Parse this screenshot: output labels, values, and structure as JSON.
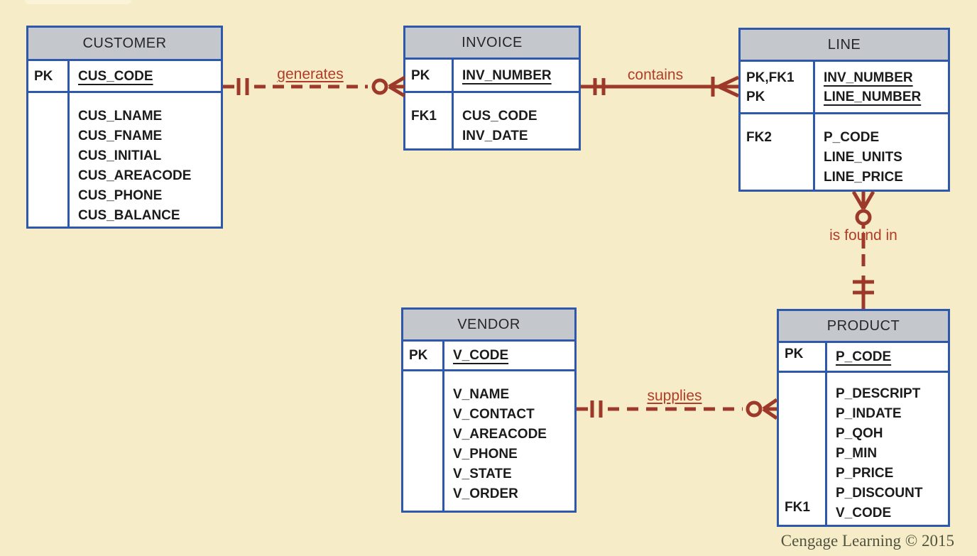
{
  "diagram_type": "crow's foot ERD",
  "colors": {
    "background": "#f6ecc7",
    "background_light": "#faf3d8",
    "table_border_blue": "#2e58ac",
    "header_fill_gray": "#c4c8cd",
    "attribute_text": "#1b1b1b",
    "relationship_line_red": "#9d392b",
    "relationship_label_red": "#b13c2a",
    "credit_text": "#50533f"
  },
  "entities": [
    {
      "name": "CUSTOMER",
      "pk_keys": [
        "PK"
      ],
      "pk_attrs": [
        "CUS_CODE"
      ],
      "body_keys": [],
      "body_attrs": [
        "CUS_LNAME",
        "CUS_FNAME",
        "CUS_INITIAL",
        "CUS_AREACODE",
        "CUS_PHONE",
        "CUS_BALANCE"
      ]
    },
    {
      "name": "INVOICE",
      "pk_keys": [
        "PK"
      ],
      "pk_attrs": [
        "INV_NUMBER"
      ],
      "body_keys": [
        "FK1"
      ],
      "body_attrs": [
        "CUS_CODE",
        "INV_DATE"
      ]
    },
    {
      "name": "LINE",
      "pk_keys": [
        "PK,FK1",
        "PK"
      ],
      "pk_attrs": [
        "INV_NUMBER",
        "LINE_NUMBER"
      ],
      "body_keys": [
        "FK2"
      ],
      "body_attrs": [
        "P_CODE",
        "LINE_UNITS",
        "LINE_PRICE"
      ]
    },
    {
      "name": "VENDOR",
      "pk_keys": [
        "PK"
      ],
      "pk_attrs": [
        "V_CODE"
      ],
      "body_keys": [],
      "body_attrs": [
        "V_NAME",
        "V_CONTACT",
        "V_AREACODE",
        "V_PHONE",
        "V_STATE",
        "V_ORDER"
      ]
    },
    {
      "name": "PRODUCT",
      "pk_keys": [
        "PK"
      ],
      "pk_attrs": [
        "P_CODE"
      ],
      "body_keys": [
        "FK1"
      ],
      "body_attrs": [
        "P_DESCRIPT",
        "P_INDATE",
        "P_QOH",
        "P_MIN",
        "P_PRICE",
        "P_DISCOUNT",
        "V_CODE"
      ]
    }
  ],
  "relationships": [
    {
      "label": "generates",
      "from": "CUSTOMER",
      "to": "INVOICE",
      "from_cardinality": "one and only one",
      "to_cardinality": "zero or many",
      "line_style": "dashed"
    },
    {
      "label": "contains",
      "from": "INVOICE",
      "to": "LINE",
      "from_cardinality": "one and only one",
      "to_cardinality": "one or many",
      "line_style": "solid"
    },
    {
      "label": "is found in",
      "from": "PRODUCT",
      "to": "LINE",
      "from_cardinality": "one and only one",
      "to_cardinality": "zero or many",
      "line_style": "dashed"
    },
    {
      "label": "supplies",
      "from": "VENDOR",
      "to": "PRODUCT",
      "from_cardinality": "one and only one",
      "to_cardinality": "zero or many",
      "line_style": "dashed"
    }
  ],
  "credit": "Cengage Learning © 2015"
}
